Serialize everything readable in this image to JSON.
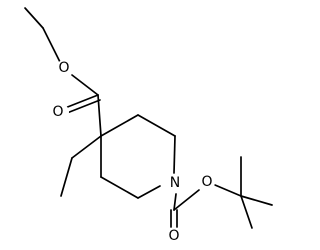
{
  "structure": {
    "atoms": {
      "o_ether_top": "O",
      "o_carbonyl_left": "O",
      "n_ring": "N",
      "o_ether_boc": "O",
      "o_carbonyl_bottom": "O"
    }
  }
}
